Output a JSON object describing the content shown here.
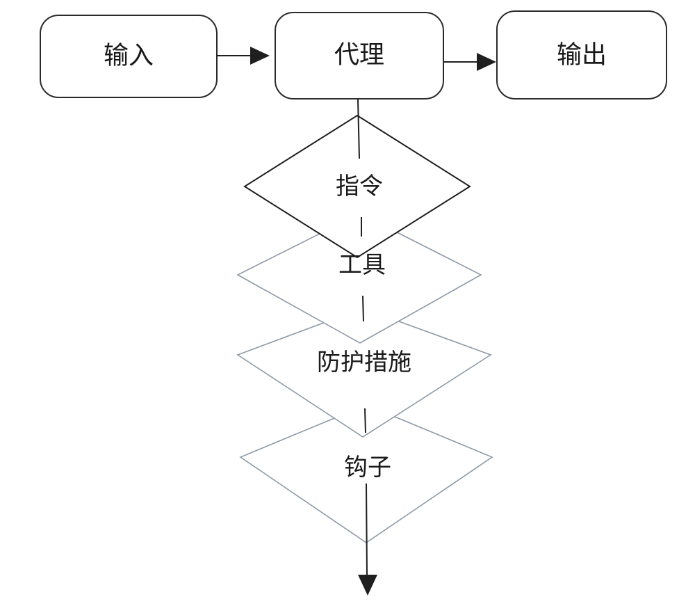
{
  "flow": {
    "input": "输入",
    "agent": "代理",
    "output": "输出"
  },
  "components": {
    "instructions": "指令",
    "tools": "工具",
    "guardrails": "防护措施",
    "hooks": "钩子"
  }
}
